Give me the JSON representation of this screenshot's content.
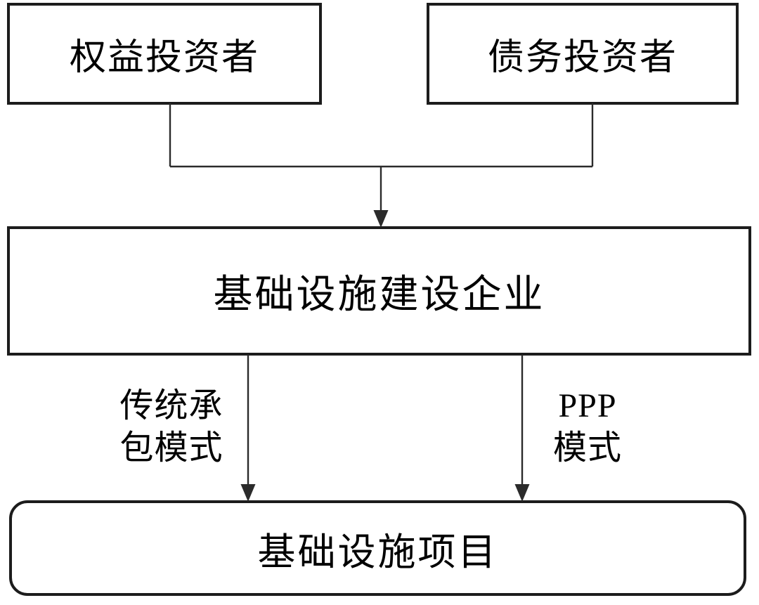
{
  "diagram": {
    "type": "flowchart",
    "background_color": "#ffffff",
    "line_color": "#2b2b2b",
    "text_color": "#000000",
    "nodes": {
      "equity_investors": {
        "label": "权益投资者",
        "shape": "rectangle"
      },
      "debt_investors": {
        "label": "债务投资者",
        "shape": "rectangle"
      },
      "construction_enterprise": {
        "label": "基础设施建设企业",
        "shape": "rectangle"
      },
      "infrastructure_project": {
        "label": "基础设施项目",
        "shape": "rounded-rectangle"
      }
    },
    "edges": [
      {
        "from": "equity_investors",
        "to": "construction_enterprise",
        "label": ""
      },
      {
        "from": "debt_investors",
        "to": "construction_enterprise",
        "label": ""
      },
      {
        "from": "construction_enterprise",
        "to": "infrastructure_project",
        "label": "传统承包模式",
        "label_lines": [
          "传统承",
          "包模式"
        ]
      },
      {
        "from": "construction_enterprise",
        "to": "infrastructure_project",
        "label": "PPP模式",
        "label_lines": [
          "PPP",
          "模式"
        ]
      }
    ]
  }
}
